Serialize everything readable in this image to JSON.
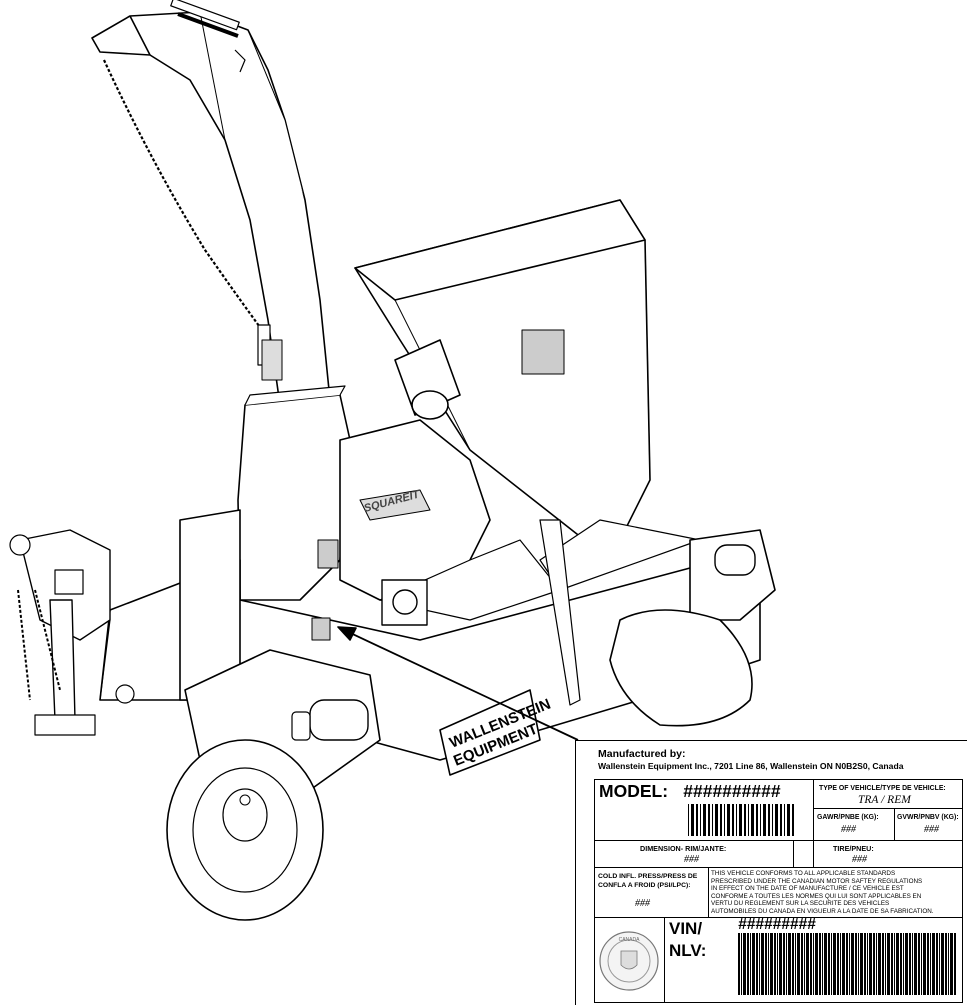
{
  "machine": {
    "nameplate_line1": "WALLENSTEIN",
    "nameplate_line2": "EQUIPMENT",
    "decal_logo": "SQUAREIT"
  },
  "label": {
    "manufactured_by": "Manufactured by:",
    "address": "Wallenstein Equipment Inc., 7201 Line 86, Wallenstein ON N0B2S0, Canada",
    "model_label": "MODEL:",
    "model_value": "##########",
    "type_header": "TYPE OF VEHICLE/TYPE DE VEHICLE:",
    "type_value": "TRA / REM",
    "gawr_header": "GAWR/PNBE (KG):",
    "gawr_value": "###",
    "gvwr_header": "GVWR/PNBV (KG):",
    "gvwr_value": "###",
    "rim_header": "DIMENSION- RIM/JANTE:",
    "rim_value": "###",
    "tire_header": "TIRE/PNEU:",
    "tire_value": "###",
    "pressure_header_1": "COLD INFL. PRESS/PRESS DE",
    "pressure_header_2": "CONFLA A FROID (PSI/LPC):",
    "pressure_value": "###",
    "conformity_lines": [
      "THIS VEHICLE CONFORMS TO ALL APPLICABLE STANDARDS",
      "PRESCRIBED UNDER THE CANADIAN MOTOR SAFTEY REGULATIONS",
      "IN EFFECT ON THE DATE OF MANUFACTURE / CE VEHICLE EST",
      "CONFORME A TOUTES LES NORMES QUI LUI SONT APPLICABLES EN",
      "VERTU DU REGLEMENT SUR LA SECURITE DES VEHICLES",
      "AUTOMOBILES DU CANADA EN VIGUEUR A LA DATE DE SA FABRICATION."
    ],
    "vin_label_1": "VIN/",
    "vin_label_2": "NLV:",
    "vin_value": "#########",
    "seal_text": "CANADA"
  }
}
